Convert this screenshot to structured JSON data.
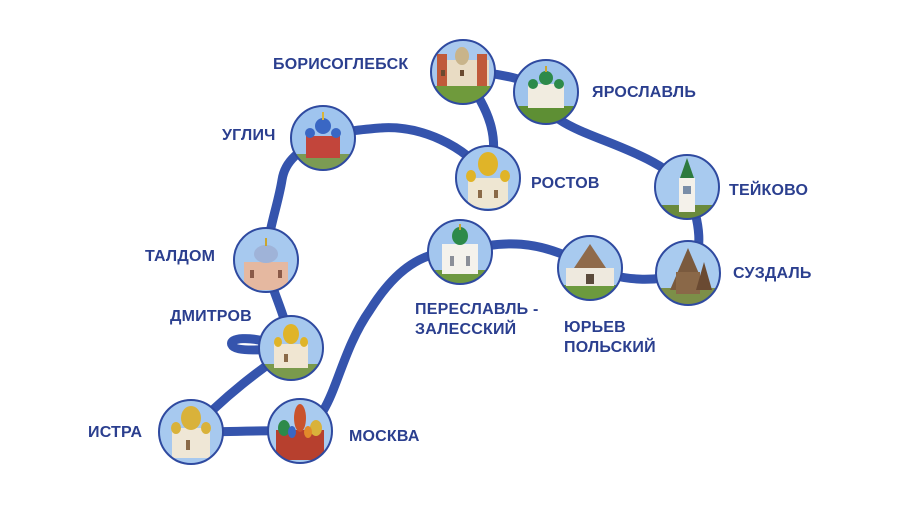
{
  "colors": {
    "route": "#3554ad",
    "label": "#2b3f8f",
    "sky": "#8fb8e6",
    "ring": "#2f4aa0"
  },
  "cities": [
    {
      "id": "borisoglebsk",
      "label": "БОРИСОГЛЕБСК",
      "icon": "fortress-icon"
    },
    {
      "id": "yaroslavl",
      "label": "ЯРОСЛАВЛЬ",
      "icon": "church-icon"
    },
    {
      "id": "uglich",
      "label": "УГЛИЧ",
      "icon": "onion-dome-church-icon"
    },
    {
      "id": "rostov",
      "label": "РОСТОВ",
      "icon": "golden-dome-cathedral-icon"
    },
    {
      "id": "teikovo",
      "label": "ТЕЙКОВО",
      "icon": "bell-tower-icon"
    },
    {
      "id": "talldom",
      "label": "ТАЛДОМ",
      "icon": "church-icon"
    },
    {
      "id": "suzdal",
      "label": "СУЗДАЛЬ",
      "icon": "wooden-church-icon"
    },
    {
      "id": "pereslavl",
      "label": [
        "ПЕРЕСЛАВЛЬ -",
        "ЗАЛЕССКИЙ"
      ],
      "icon": "white-church-icon"
    },
    {
      "id": "yuryev",
      "label": [
        "ЮРЬЕВ",
        "ПОЛЬСКИЙ"
      ],
      "icon": "fortress-icon"
    },
    {
      "id": "dmitrov",
      "label": "ДМИТРОВ",
      "icon": "cathedral-icon"
    },
    {
      "id": "istra",
      "label": "ИСТРА",
      "icon": "cathedral-icon"
    },
    {
      "id": "moskva",
      "label": "МОСКВА",
      "icon": "st-basil-cathedral-icon"
    }
  ]
}
